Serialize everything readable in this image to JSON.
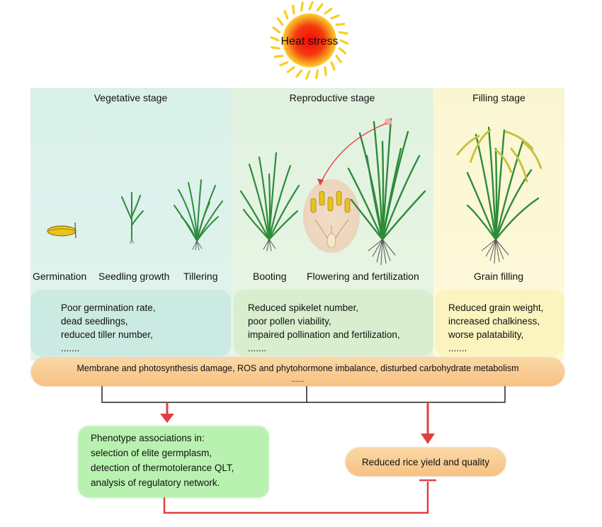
{
  "sun": {
    "label": "Heat stress"
  },
  "stages": [
    {
      "title": "Vegetative stage",
      "color": "#dff3ee"
    },
    {
      "title": "Reproductive stage",
      "color": "#e6f4e2"
    },
    {
      "title": "Filling stage",
      "color": "#fbf7d4"
    }
  ],
  "plant_labels": {
    "germination": "Germination",
    "seedling": "Seedling growth",
    "tillering": "Tillering",
    "booting": "Booting",
    "flowering": "Flowering and fertilization",
    "grain_filling": "Grain filling"
  },
  "effects": {
    "vegetative": [
      "Poor germination rate,",
      "dead seedlings,",
      "reduced tiller number,",
      "......."
    ],
    "reproductive": [
      "Reduced spikelet number,",
      "poor pollen viability,",
      "impaired pollination and fertilization,",
      "......."
    ],
    "filling": [
      "Reduced grain weight,",
      "increased chalkiness,",
      "worse palatability,",
      "......."
    ]
  },
  "mechanisms": {
    "text": "Membrane and photosynthesis damage, ROS and phytohormone imbalance, disturbed carbohydrate metabolism",
    "ellipsis": "......"
  },
  "phenotype": {
    "lines": [
      "Phenotype associations in:",
      "selection of elite germplasm,",
      "detection of thermotolerance QLT,",
      "analysis of regulatory network."
    ]
  },
  "outcome": {
    "label": "Reduced rice yield and quality"
  },
  "colors": {
    "arrow": "#e04040",
    "leaf": "#2e8b3a",
    "seed": "#e8c020",
    "sun_core": "#f01010",
    "sun_ray": "#f8d020"
  }
}
